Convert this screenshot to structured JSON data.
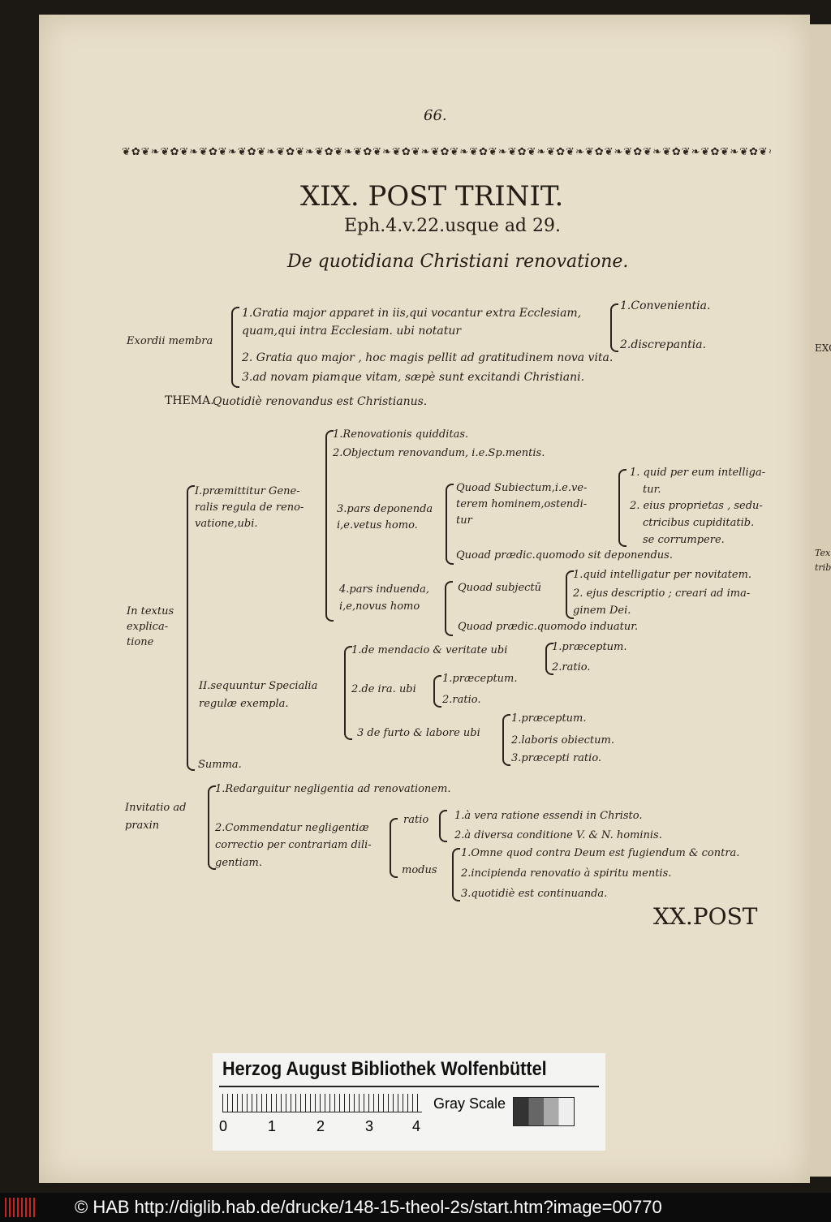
{
  "page": {
    "number": "66.",
    "title": "XIX. POST TRINIT.",
    "reference": "Eph.4.v.22.usque ad 29.",
    "subtitle": "De quotidiana Christiani renovatione.",
    "catchword": "XX.POST"
  },
  "exordium": {
    "label": "Exordii membra",
    "items": [
      "1.Gratia major apparet in iis,qui vocantur extra Ecclesiam,",
      "quam,qui intra Ecclesiam. ubi notatur",
      "2. Gratia quo major , hoc magis pellit ad gratitudinem nova vita.",
      "3.ad novam piamque vitam, sæpè sunt excitandi Christiani."
    ],
    "sub": [
      "1.Convenientia.",
      "2.discrepantia."
    ]
  },
  "thema": {
    "label": "THEMA.",
    "text": "Quotidiè renovandus est Christianus."
  },
  "explicatio": {
    "label": [
      "In textus",
      "explica-",
      "tione"
    ],
    "part1": [
      "I.præmittitur Gene-",
      "ralis regula de reno-",
      "vatione,ubi."
    ],
    "p1_items": [
      "1.Renovationis quidditas.",
      "2.Objectum renovandum, i.e.Sp.mentis.",
      "3.pars deponenda",
      "i,e.vetus homo.",
      "4.pars induenda,",
      "i,e,novus homo"
    ],
    "deponenda": [
      "Quoad Subiectum,i.e.ve-",
      "terem hominem,ostendi-",
      "tur",
      "Quoad prædic.quomodo sit deponendus."
    ],
    "deponenda_sub": [
      "1. quid per eum intelliga-",
      "tur.",
      "2. eius proprietas , sedu-",
      "ctricibus cupiditatib.",
      "se corrumpere."
    ],
    "induenda": [
      "Quoad subjectū",
      "Quoad prædic.quomodo induatur."
    ],
    "induenda_sub": [
      "1.quid intelligatur per novitatem.",
      "2. ejus descriptio ; creari ad ima-",
      "ginem Dei."
    ],
    "part2": [
      "II.sequuntur Specialia",
      "regulæ exempla."
    ],
    "p2_items": [
      "1.de mendacio & veritate ubi",
      "2.de ira. ubi",
      "3 de furto & labore ubi"
    ],
    "p2_sub1": [
      "1.præceptum.",
      "2.ratio."
    ],
    "p2_sub2": [
      "1.præceptum.",
      "2.ratio."
    ],
    "p2_sub3": [
      "1.præceptum.",
      "2.laboris obiectum.",
      "3.præcepti ratio."
    ],
    "summa": "Summa."
  },
  "invitatio": {
    "label": [
      "Invitatio ad",
      "praxin"
    ],
    "items": [
      "1.Redarguitur negligentia ad renovationem.",
      "2.Commendatur negligentiæ",
      "correctio per contrariam dili-",
      "gentiam."
    ],
    "ratio_label": "ratio",
    "ratio": [
      "1.à vera ratione essendi in Christo.",
      "2.à diversa conditione V. & N. hominis."
    ],
    "modus_label": "modus",
    "modus": [
      "1.Omne quod contra Deum est fugiendum & contra.",
      "2.incipienda renovatio à spiritu mentis.",
      "3.quotidiè est continuanda."
    ]
  },
  "margin": [
    "EXO",
    "Texti",
    "tribu"
  ],
  "card": {
    "title": "Herzog August Bibliothek Wolfenbüttel",
    "scale": [
      "0",
      "1",
      "2",
      "3",
      "4"
    ],
    "gray": "Gray Scale"
  },
  "footer": {
    "text": "© HAB http://diglib.hab.de/drucke/148-15-theol-2s/start.htm?image=00770"
  }
}
